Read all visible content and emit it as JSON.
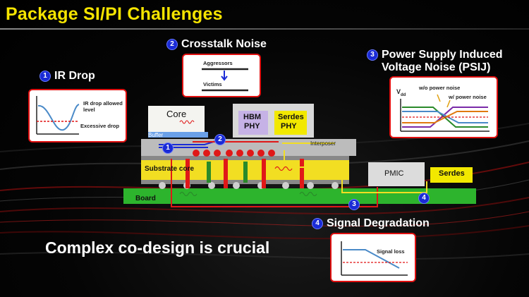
{
  "title": "Package SI/PI Challenges",
  "tagline": "Complex co-design is crucial",
  "challenges": {
    "ir_drop": {
      "number": "1",
      "title": "IR Drop",
      "label_allowed": "IR drop allowed level",
      "label_excessive": "Excessive drop"
    },
    "crosstalk": {
      "number": "2",
      "title": "Crosstalk Noise",
      "label_aggressors": "Aggressors",
      "label_victims": "Victims"
    },
    "psij": {
      "number": "3",
      "title_line1": "Power Supply Induced",
      "title_line2": "Voltage Noise (PSIJ)",
      "label_vdd": "V",
      "label_vdd_sub": "dd",
      "label_without": "w/o power noise",
      "label_with": "w/ power noise"
    },
    "signal": {
      "number": "4",
      "title": "Signal Degradation",
      "label_loss": "Signal loss"
    }
  },
  "stack": {
    "core": "Core",
    "buffer": "Buffer",
    "hbm_line1": "HBM",
    "hbm_line2": "PHY",
    "serdes_line1": "Serdes",
    "serdes_line2": "PHY",
    "interposer": "Interposer",
    "substrate": "Substrate core",
    "board": "Board",
    "pmic": "PMIC",
    "serdes_ext": "Serdes"
  },
  "markers": [
    "1",
    "2",
    "3",
    "4"
  ],
  "colors": {
    "title": "#f5e400",
    "panel_border": "#e01010",
    "marker": "#1a2bd6",
    "board": "#2db42d",
    "substrate": "#f2de22"
  }
}
